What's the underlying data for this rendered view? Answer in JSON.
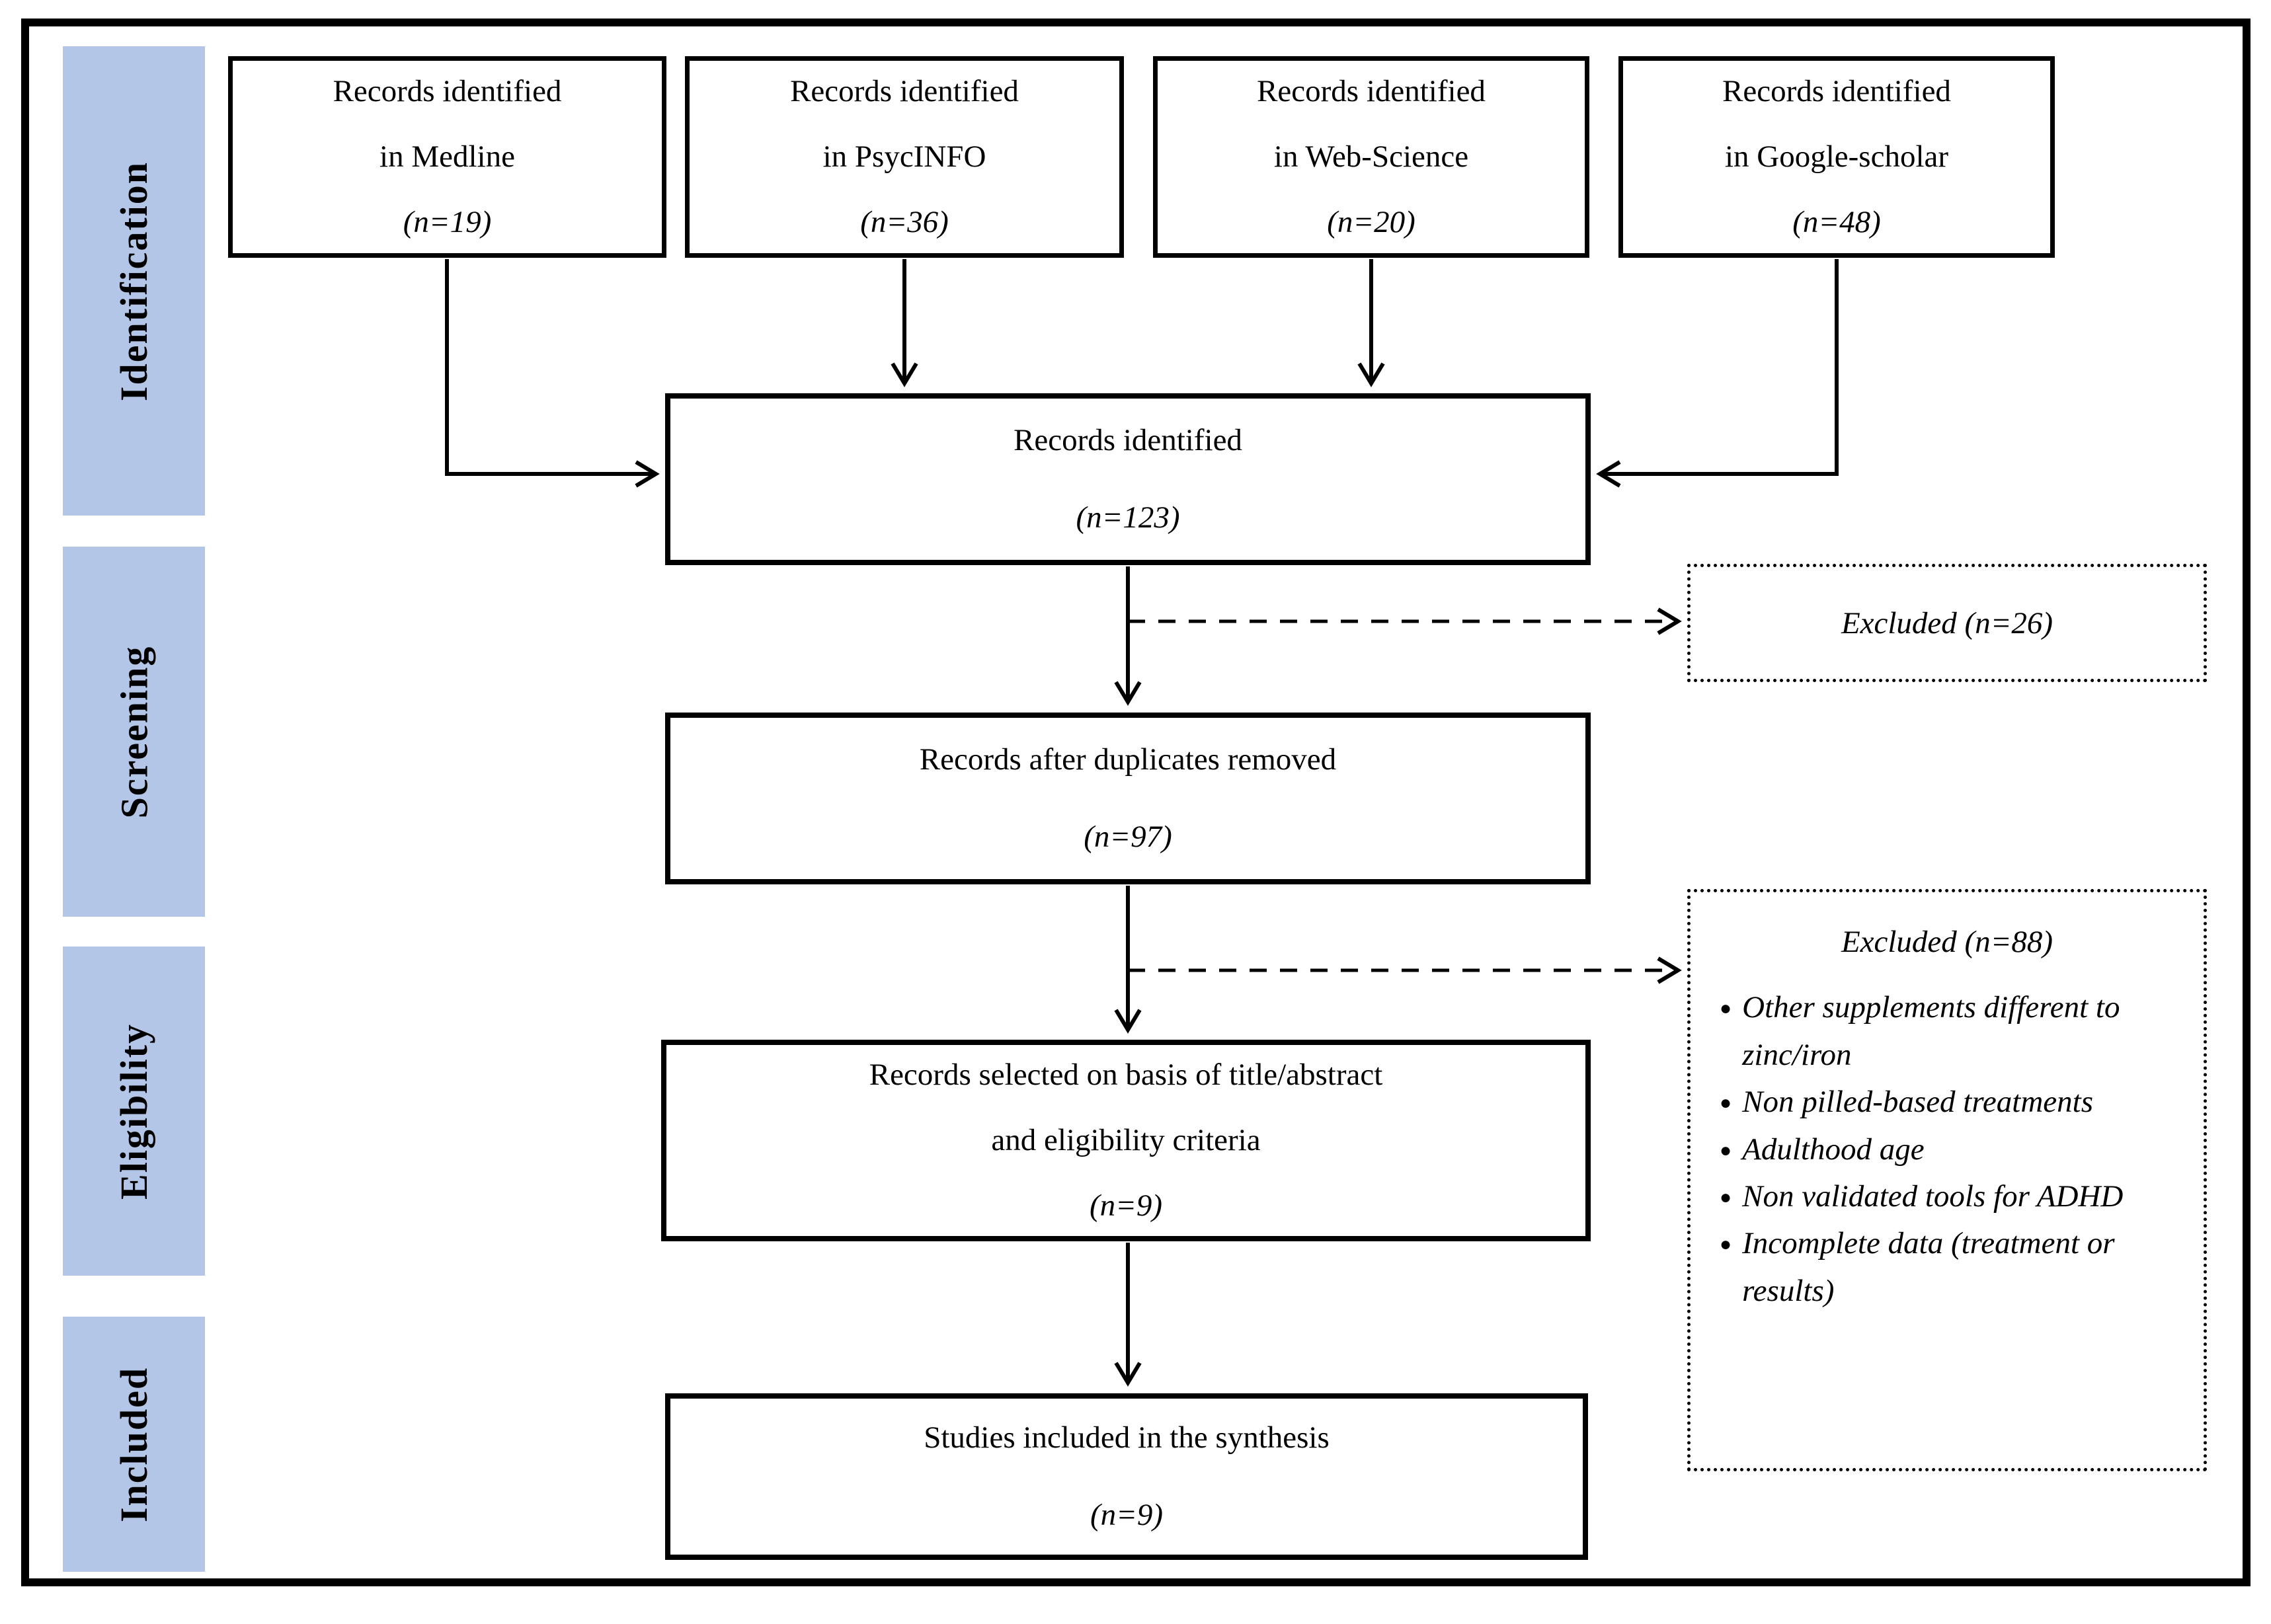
{
  "diagram": {
    "stages": [
      "Identification",
      "Screening",
      "Eligibility",
      "Included"
    ],
    "sources": [
      {
        "l1": "Records identified",
        "l2": "in Medline",
        "n": "(n=19)"
      },
      {
        "l1": "Records identified",
        "l2": "in PsycINFO",
        "n": "(n=36)"
      },
      {
        "l1": "Records identified",
        "l2": "in Web-Science",
        "n": "(n=20)"
      },
      {
        "l1": "Records identified",
        "l2": "in Google-scholar",
        "n": "(n=48)"
      }
    ],
    "identified": {
      "l1": "Records identified",
      "n": "(n=123)"
    },
    "duplicates": {
      "l1": "Records after duplicates removed",
      "n": "(n=97)"
    },
    "selected": {
      "l1": "Records selected on basis of title/abstract",
      "l2": "and eligibility criteria",
      "n": "(n=9)"
    },
    "synthesis": {
      "l1": "Studies included in the synthesis",
      "n": "(n=9)"
    },
    "excluded_screening": {
      "label": "Excluded (n=26)"
    },
    "excluded_eligibility": {
      "label": "Excluded (n=88)",
      "items": [
        "Other supplements different to zinc/iron",
        "Non pilled-based treatments",
        "Adulthood age",
        "Non validated tools for ADHD",
        "Incomplete data (treatment or results)"
      ]
    },
    "colors": {
      "stage_band": "#b4c6e7",
      "line": "#000000"
    }
  }
}
